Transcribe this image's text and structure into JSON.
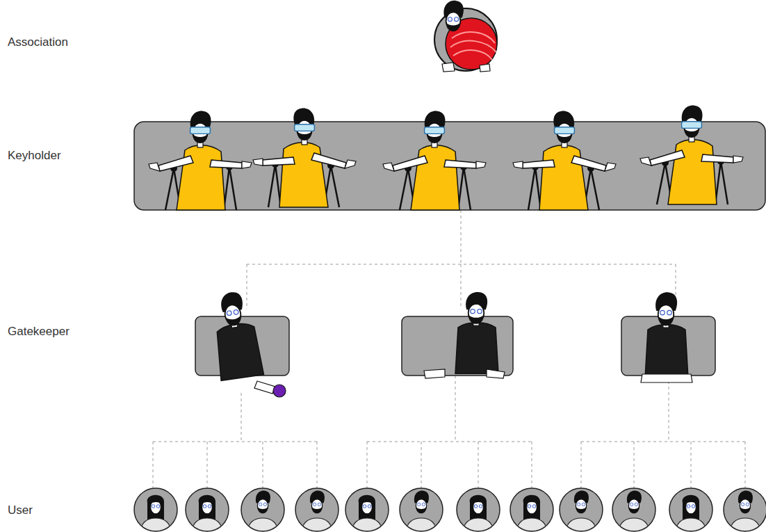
{
  "diagram": {
    "labels": [
      "Association",
      "Keyholder",
      "Gatekeeper",
      "User"
    ]
  }
}
